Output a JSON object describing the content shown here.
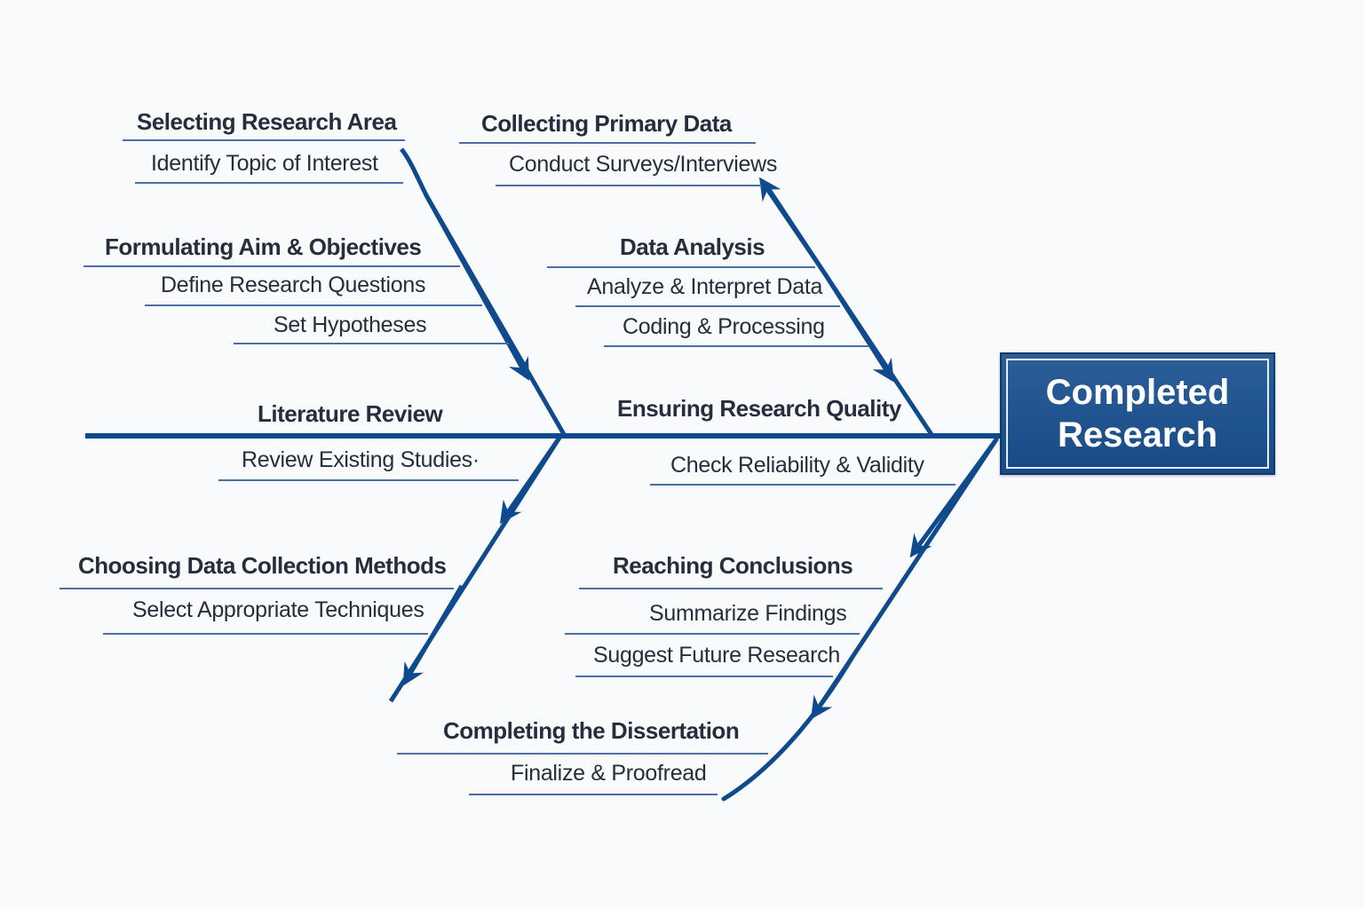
{
  "diagram": {
    "type": "fishbone",
    "outcome": {
      "line1": "Completed",
      "line2": "Research"
    },
    "colors": {
      "line": "#0f4a8c",
      "underline": "#4a6fa5",
      "text": "#262d3c",
      "box": "#1f5592"
    },
    "categories": [
      {
        "title": "Selecting Research Area",
        "items": [
          "Identify Topic of Interest"
        ]
      },
      {
        "title": "Formulating Aim & Objectives",
        "items": [
          "Define Research Questions",
          "Set Hypotheses"
        ]
      },
      {
        "title": "Literature Review",
        "items": [
          "Review Existing Studies·"
        ]
      },
      {
        "title": "Choosing Data Collection Methods",
        "items": [
          "Select Appropriate Techniques"
        ]
      },
      {
        "title": "Collecting Primary Data",
        "items": [
          "Conduct Surveys/Interviews"
        ]
      },
      {
        "title": "Data Analysis",
        "items": [
          "Analyze & Interpret Data",
          "Coding & Processing"
        ]
      },
      {
        "title": "Ensuring Research Quality",
        "items": [
          "Check Reliability & Validity"
        ]
      },
      {
        "title": "Reaching Conclusions",
        "items": [
          "Summarize Findings",
          "Suggest Future Research"
        ]
      },
      {
        "title": "Completing the Dissertation",
        "items": [
          "Finalize & Proofread"
        ]
      }
    ]
  }
}
